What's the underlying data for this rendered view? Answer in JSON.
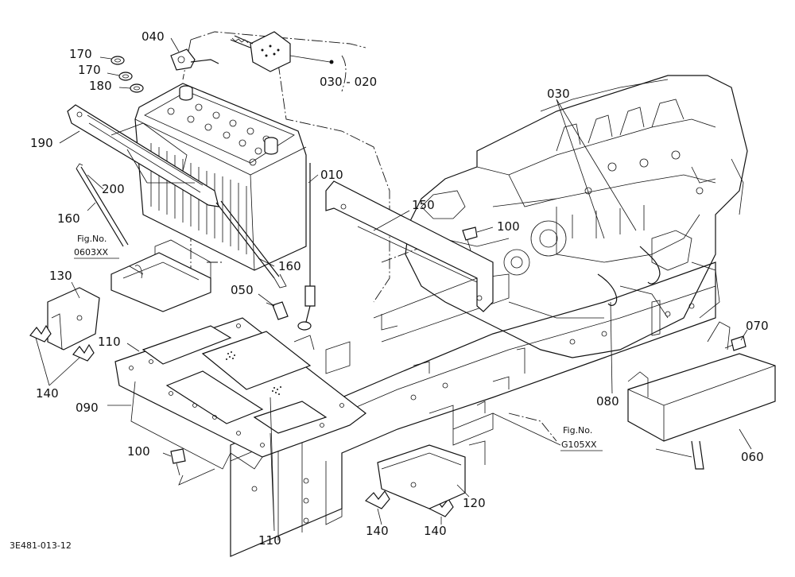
{
  "drawing_code": "3E481-013-12",
  "callouts": [
    {
      "id": "170a",
      "text": "170"
    },
    {
      "id": "170b",
      "text": "170"
    },
    {
      "id": "180",
      "text": "180"
    },
    {
      "id": "040",
      "text": "040"
    },
    {
      "id": "030-020",
      "text": "030 - 020"
    },
    {
      "id": "190",
      "text": "190"
    },
    {
      "id": "200",
      "text": "200"
    },
    {
      "id": "010",
      "text": "010"
    },
    {
      "id": "160a",
      "text": "160"
    },
    {
      "id": "160b",
      "text": "160"
    },
    {
      "id": "150",
      "text": "150"
    },
    {
      "id": "100a",
      "text": "100"
    },
    {
      "id": "030",
      "text": "030"
    },
    {
      "id": "130",
      "text": "130"
    },
    {
      "id": "050",
      "text": "050"
    },
    {
      "id": "110a",
      "text": "110"
    },
    {
      "id": "110b",
      "text": "110"
    },
    {
      "id": "140a",
      "text": "140"
    },
    {
      "id": "140b",
      "text": "140"
    },
    {
      "id": "140c",
      "text": "140"
    },
    {
      "id": "090",
      "text": "090"
    },
    {
      "id": "100b",
      "text": "100"
    },
    {
      "id": "120",
      "text": "120"
    },
    {
      "id": "070",
      "text": "070"
    },
    {
      "id": "080",
      "text": "080"
    },
    {
      "id": "060",
      "text": "060"
    }
  ],
  "fig_refs": [
    {
      "id": "0603",
      "line1": "Fig.No.",
      "line2": "0603XX"
    },
    {
      "id": "g105",
      "line1": "Fig.No.",
      "line2": "G105XX"
    }
  ]
}
